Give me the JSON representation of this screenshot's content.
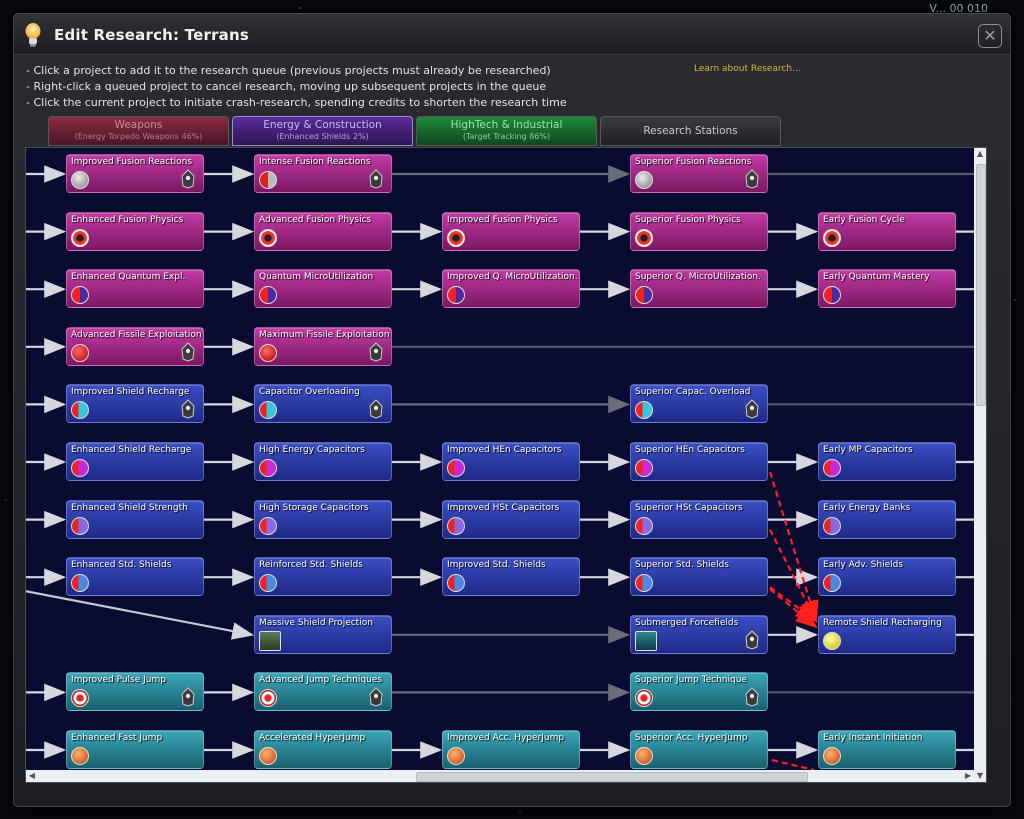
{
  "window": {
    "title": "Edit Research: Terrans",
    "close_glyph": "✕",
    "corner_text": "V... 00 010"
  },
  "instructions": [
    "- Click a project to add it to the research queue (previous projects must already be researched)",
    "- Right-click a queued project to cancel research, moving up subsequent projects in the queue",
    "- Click the current project to initiate crash-research, spending credits to shorten the research time"
  ],
  "learn_link": "Learn about Research...",
  "tabs": [
    {
      "name": "Weapons",
      "sub": "(Energy Torpedo Weapons 46%)"
    },
    {
      "name": "Energy & Construction",
      "sub": "(Enhanced Shields 2%)"
    },
    {
      "name": "HighTech & Industrial",
      "sub": "(Target Tracking 86%)"
    },
    {
      "name": "Research Stations",
      "sub": ""
    }
  ],
  "colors": {
    "pink": "#b02a98",
    "blue": "#2d3cae",
    "teal": "#2a8a9c",
    "panel": "#090c30",
    "dependency": "#ff2020"
  },
  "rows": [
    {
      "items": [
        {
          "name": "Improved Fusion Reactions",
          "col": 0,
          "color": "pink",
          "orb": "grey",
          "ship": "ship-icon"
        },
        {
          "name": "Intense Fusion Reactions",
          "col": 1,
          "color": "pink",
          "orb": "grey-red",
          "ship": "ship-icon"
        },
        {
          "name": "Superior Fusion Reactions",
          "col": 3,
          "color": "pink",
          "orb": "grey",
          "ship": "ship-icon"
        }
      ]
    },
    {
      "items": [
        {
          "name": "Enhanced Fusion Physics",
          "col": 0,
          "color": "pink",
          "orb": "red-ring"
        },
        {
          "name": "Advanced Fusion Physics",
          "col": 1,
          "color": "pink",
          "orb": "red-ring"
        },
        {
          "name": "Improved Fusion Physics",
          "col": 2,
          "color": "pink",
          "orb": "red-ring"
        },
        {
          "name": "Superior Fusion Physics",
          "col": 3,
          "color": "pink",
          "orb": "red-ring"
        },
        {
          "name": "Early Fusion Cycle",
          "col": 4,
          "color": "pink",
          "orb": "red-ring"
        }
      ]
    },
    {
      "items": [
        {
          "name": "Enhanced Quantum Expl.",
          "col": 0,
          "color": "pink",
          "orb": "red-purple"
        },
        {
          "name": "Quantum MicroUtilization",
          "col": 1,
          "color": "pink",
          "orb": "red-purple"
        },
        {
          "name": "Improved Q. MicroUtilization.",
          "col": 2,
          "color": "pink",
          "orb": "red-purple"
        },
        {
          "name": "Superior Q. MicroUtilization.",
          "col": 3,
          "color": "pink",
          "orb": "red-purple"
        },
        {
          "name": "Early Quantum Mastery",
          "col": 4,
          "color": "pink",
          "orb": "red-purple"
        }
      ]
    },
    {
      "items": [
        {
          "name": "Advanced Fissile Exploitation",
          "col": 0,
          "color": "pink",
          "orb": "red",
          "ship": "ship-icon"
        },
        {
          "name": "Maximum Fissile Exploitation",
          "col": 1,
          "color": "pink",
          "orb": "red",
          "ship": "ship-icon"
        }
      ]
    },
    {
      "items": [
        {
          "name": "Improved Shield Recharge",
          "col": 0,
          "color": "blue",
          "orb": "red-cyan",
          "ship": "ship-icon"
        },
        {
          "name": "Capacitor Overloading",
          "col": 1,
          "color": "blue",
          "orb": "red-cyan",
          "ship": "ship-icon"
        },
        {
          "name": "Superior Capac. Overload",
          "col": 3,
          "color": "blue",
          "orb": "red-cyan",
          "ship": "ship-icon"
        }
      ]
    },
    {
      "items": [
        {
          "name": "Enhanced Shield Recharge",
          "col": 0,
          "color": "blue",
          "orb": "red-magenta"
        },
        {
          "name": "High Energy Capacitors",
          "col": 1,
          "color": "blue",
          "orb": "red-magenta"
        },
        {
          "name": "Improved HEn Capacitors",
          "col": 2,
          "color": "blue",
          "orb": "red-magenta"
        },
        {
          "name": "Superior HEn Capacitors",
          "col": 3,
          "color": "blue",
          "orb": "red-magenta"
        },
        {
          "name": "Early MP Capacitors",
          "col": 4,
          "color": "blue",
          "orb": "red-magenta"
        }
      ]
    },
    {
      "items": [
        {
          "name": "Enhanced Shield Strength",
          "col": 0,
          "color": "blue",
          "orb": "red-violet"
        },
        {
          "name": "High Storage Capacitors",
          "col": 1,
          "color": "blue",
          "orb": "red-violet"
        },
        {
          "name": "Improved HSt Capacitors",
          "col": 2,
          "color": "blue",
          "orb": "red-violet"
        },
        {
          "name": "Superior HSt Capacitors",
          "col": 3,
          "color": "blue",
          "orb": "red-violet"
        },
        {
          "name": "Early Energy Banks",
          "col": 4,
          "color": "blue",
          "orb": "red-violet"
        }
      ]
    },
    {
      "items": [
        {
          "name": "Enhanced Std. Shields",
          "col": 0,
          "color": "blue",
          "orb": "red-blue"
        },
        {
          "name": "Reinforced Std. Shields",
          "col": 1,
          "color": "blue",
          "orb": "red-blue"
        },
        {
          "name": "Improved Std. Shields",
          "col": 2,
          "color": "blue",
          "orb": "red-blue"
        },
        {
          "name": "Superior Std. Shields",
          "col": 3,
          "color": "blue",
          "orb": "red-blue"
        },
        {
          "name": "Early Adv. Shields",
          "col": 4,
          "color": "blue",
          "orb": "red-blue"
        }
      ]
    },
    {
      "items": [
        {
          "name": "Massive Shield Projection",
          "col": 1,
          "color": "blue",
          "orb": "thumb-green"
        },
        {
          "name": "Submerged Forcefields",
          "col": 3,
          "color": "blue",
          "orb": "thumb-teal",
          "ship": "ship-icon"
        },
        {
          "name": "Remote Shield Recharging",
          "col": 4,
          "color": "blue",
          "orb": "yellow"
        }
      ]
    },
    {
      "items": [
        {
          "name": "Improved Pulse Jump",
          "col": 0,
          "color": "teal",
          "orb": "red-white",
          "ship": "ship-icon"
        },
        {
          "name": "Advanced Jump Techniques",
          "col": 1,
          "color": "teal",
          "orb": "red-white",
          "ship": "ship-icon"
        },
        {
          "name": "Superior Jump Technique",
          "col": 3,
          "color": "teal",
          "orb": "red-white",
          "ship": "ship-icon"
        }
      ]
    },
    {
      "items": [
        {
          "name": "Enhanced Fast Jump",
          "col": 0,
          "color": "teal",
          "orb": "orange"
        },
        {
          "name": "Accelerated HyperJump",
          "col": 1,
          "color": "teal",
          "orb": "orange"
        },
        {
          "name": "Improved Acc. HyperJump",
          "col": 2,
          "color": "teal",
          "orb": "orange"
        },
        {
          "name": "Superior Acc. HyperJump",
          "col": 3,
          "color": "teal",
          "orb": "orange"
        },
        {
          "name": "Early Instant Initiation",
          "col": 4,
          "color": "teal",
          "orb": "orange"
        }
      ]
    }
  ]
}
